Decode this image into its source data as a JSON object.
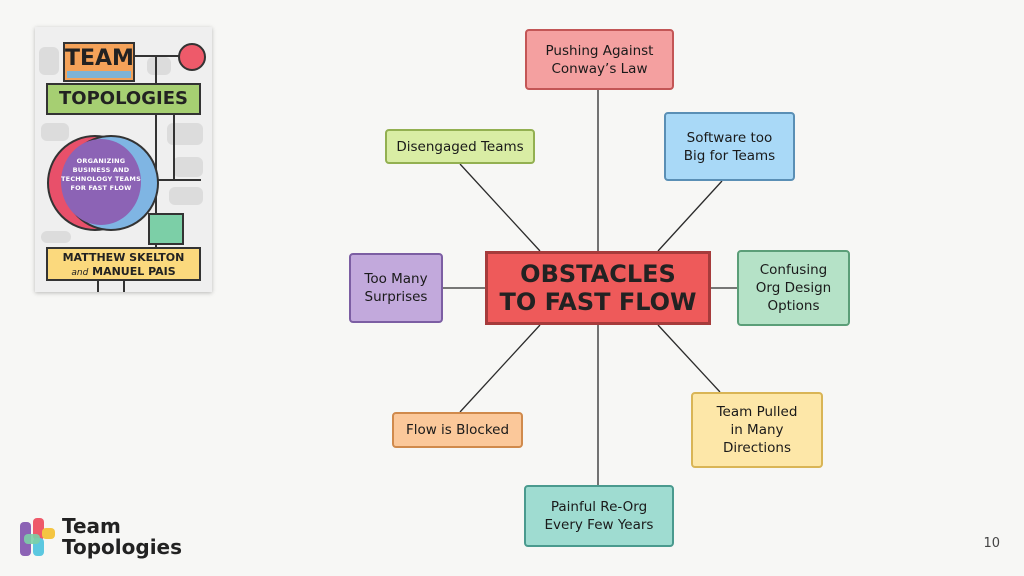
{
  "book": {
    "title_line1": "TEAM",
    "title_line2": "TOPOLOGIES",
    "subtitle": "ORGANIZING BUSINESS AND TECHNOLOGY TEAMS FOR FAST FLOW",
    "author1": "MATTHEW SKELTON",
    "author_and": "and",
    "author2": "MANUEL PAIS"
  },
  "diagram": {
    "center": {
      "label": "OBSTACLES\nTO FAST FLOW",
      "color": "#ee5a5a"
    },
    "nodes": [
      {
        "id": "conway",
        "label": "Pushing Against\nConway’s Law",
        "fill": "#f4a0a0",
        "border": "#c35656"
      },
      {
        "id": "software-big",
        "label": "Software too\nBig for Teams",
        "fill": "#a9d9f7",
        "border": "#5a8fb5"
      },
      {
        "id": "confusing-org",
        "label": "Confusing\nOrg Design\nOptions",
        "fill": "#b5e2c7",
        "border": "#5b9e78"
      },
      {
        "id": "team-pulled",
        "label": "Team Pulled\nin Many\nDirections",
        "fill": "#fde7a8",
        "border": "#d9b556"
      },
      {
        "id": "painful-reorg",
        "label": "Painful Re-Org\nEvery Few Years",
        "fill": "#9fdcd1",
        "border": "#4a9a8e"
      },
      {
        "id": "flow-blocked",
        "label": "Flow is Blocked",
        "fill": "#fbc89a",
        "border": "#d08a4c"
      },
      {
        "id": "too-many-surprises",
        "label": "Too Many\nSurprises",
        "fill": "#c2a9dc",
        "border": "#7c5ea3"
      },
      {
        "id": "disengaged",
        "label": "Disengaged Teams",
        "fill": "#d9eda4",
        "border": "#93b051"
      }
    ]
  },
  "logo": {
    "line1": "Team",
    "line2": "Topologies"
  },
  "page_number": "10"
}
